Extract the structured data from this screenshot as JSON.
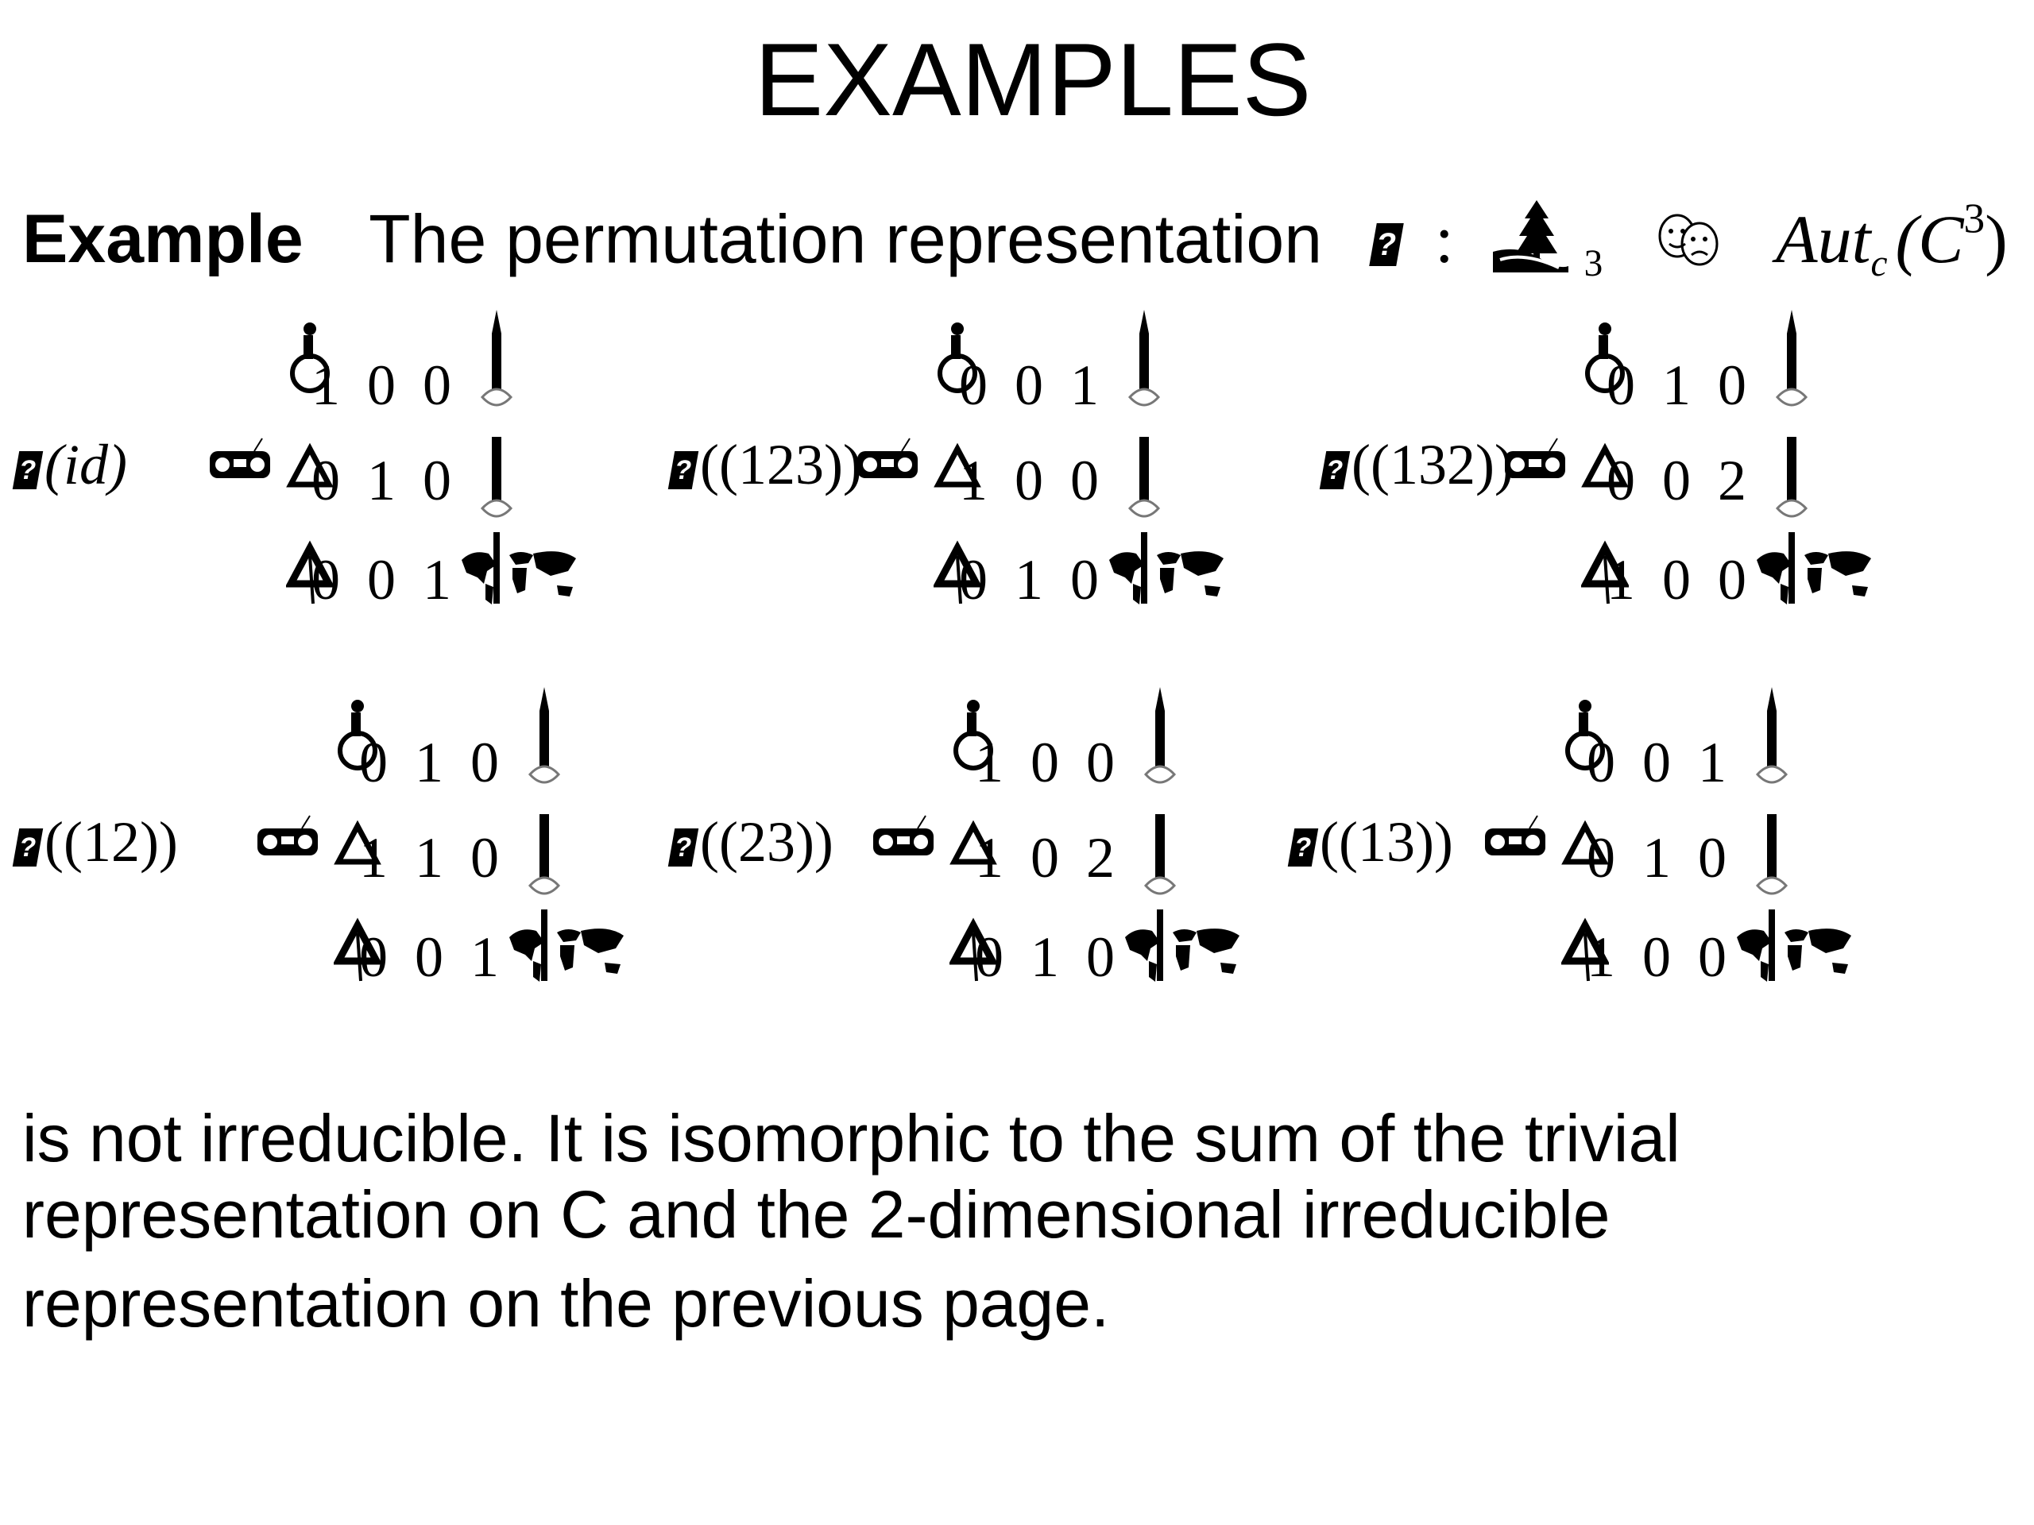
{
  "title": "EXAMPLES",
  "example": {
    "label": "Example",
    "text": "The permutation representation",
    "colon": ":",
    "sub3": "3",
    "aut": "Aut",
    "aut_sub": "c",
    "aut_arg_open": "(C",
    "aut_sup": "3",
    "aut_arg_close": ")"
  },
  "matrices": [
    {
      "label": "(id)",
      "label_italic": true,
      "rows": [
        [
          "1",
          "0",
          "0"
        ],
        [
          "0",
          "1",
          "0"
        ],
        [
          "0",
          "0",
          "1"
        ]
      ]
    },
    {
      "label": "((123))",
      "label_italic": false,
      "rows": [
        [
          "0",
          "0",
          "1"
        ],
        [
          "1",
          "0",
          "0"
        ],
        [
          "0",
          "1",
          "0"
        ]
      ]
    },
    {
      "label": "((132))",
      "label_italic": false,
      "rows": [
        [
          "0",
          "1",
          "0"
        ],
        [
          "0",
          "0",
          "2"
        ],
        [
          "1",
          "0",
          "0"
        ]
      ]
    },
    {
      "label": "((12))",
      "label_italic": false,
      "rows": [
        [
          "0",
          "1",
          "0"
        ],
        [
          "1",
          "1",
          "0"
        ],
        [
          "0",
          "0",
          "1"
        ]
      ]
    },
    {
      "label": "((23))",
      "label_italic": false,
      "rows": [
        [
          "1",
          "0",
          "0"
        ],
        [
          "1",
          "0",
          "2"
        ],
        [
          "0",
          "1",
          "0"
        ]
      ]
    },
    {
      "label": "((13))",
      "label_italic": false,
      "rows": [
        [
          "0",
          "0",
          "1"
        ],
        [
          "0",
          "1",
          "0"
        ],
        [
          "1",
          "0",
          "0"
        ]
      ]
    }
  ],
  "body": {
    "line1": "is not irreducible. It is isomorphic to the sum of the trivial",
    "line2": "representation on C and the 2-dimensional irreducible",
    "line3": "representation on the previous page."
  }
}
